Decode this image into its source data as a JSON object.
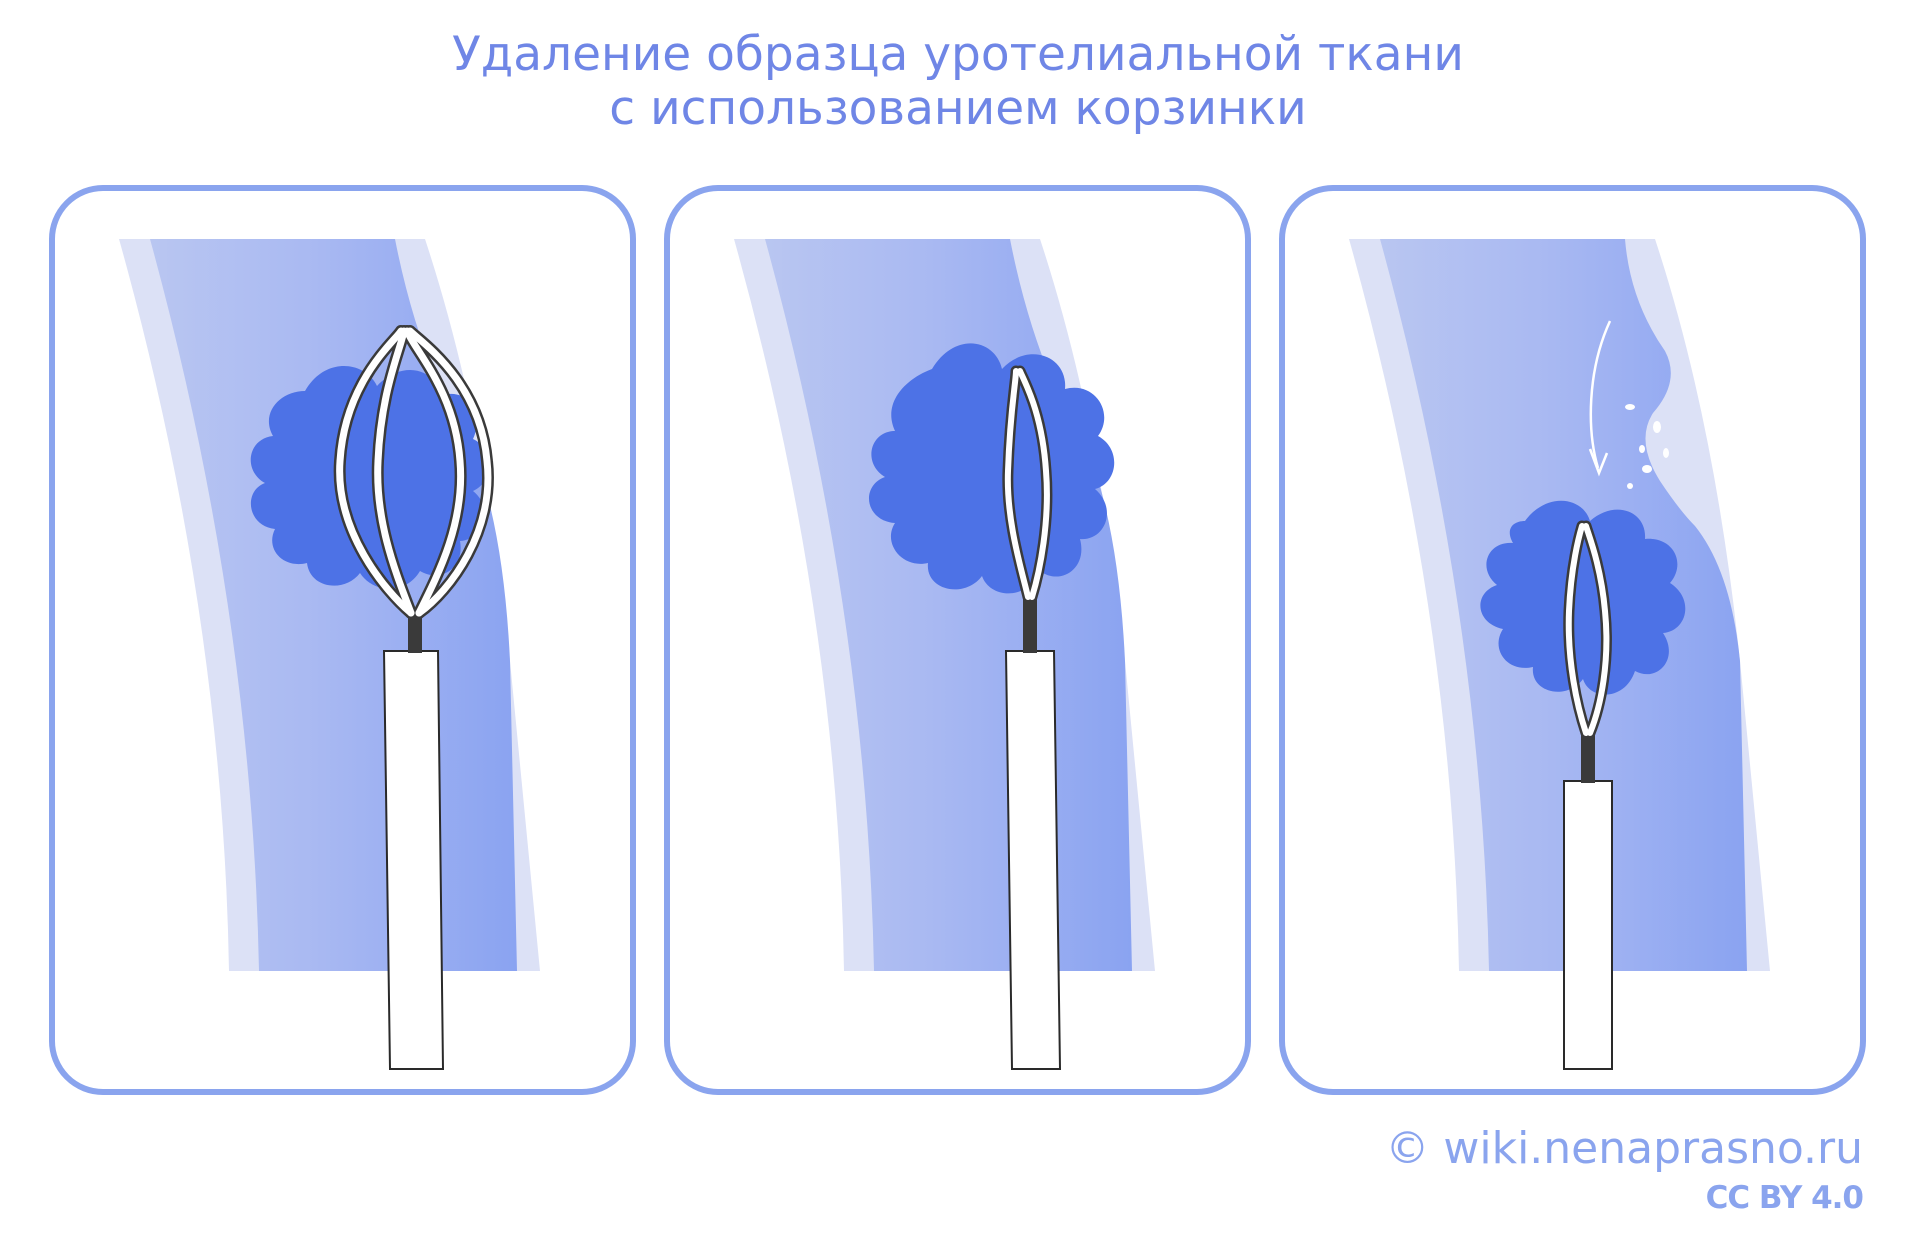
{
  "title": {
    "line1": "Удаление образца уротелиальной ткани",
    "line2": "с использованием корзинки"
  },
  "credit": {
    "site": "© wiki.nenaprasno.ru",
    "license": "CC BY 4.0"
  },
  "colors": {
    "frame": "#8aa4ee",
    "title": "#6f86e6",
    "wall": "#dce1f6",
    "lumen_light": "#b7c4f1",
    "lumen_dark": "#8ea6f1",
    "tumor": "#4d72e6",
    "wire_shadow": "#3a3a3a"
  },
  "panels": [
    {
      "stage": "basket-open-capturing"
    },
    {
      "stage": "basket-closed-grasped"
    },
    {
      "stage": "sample-withdrawn"
    }
  ]
}
